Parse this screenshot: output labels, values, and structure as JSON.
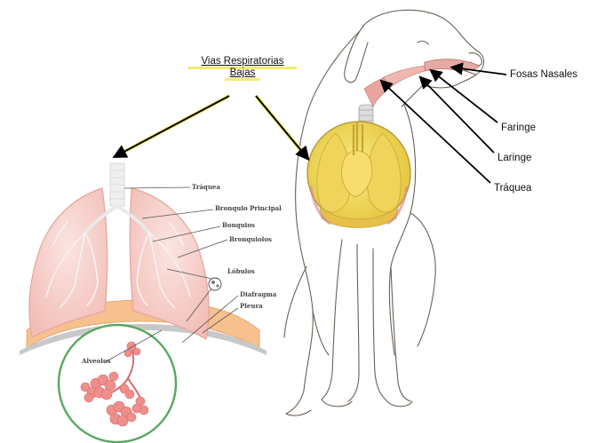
{
  "title": {
    "line1": "Vias Respiratorias",
    "line2": "Bajas"
  },
  "dog_labels": {
    "fosas_nasales": "Fosas Nasales",
    "faringe": "Faringe",
    "laringe": "Laringe",
    "traquea": "Tráquea"
  },
  "lung_labels": {
    "traquea": "Tráquea",
    "bronquio_principal": "Bronquio Principal",
    "bronquios": "Bonquios",
    "bronquiolos": "Bronquiolos",
    "lobulos": "Lóbulos",
    "diafragma": "Diafragma",
    "pleura": "Pleura",
    "alveolos": "Alveolos"
  },
  "colors": {
    "lung_fill": "#f4c9c4",
    "lung_edge": "#e7a9a2",
    "diaphragm": "#f6c08f",
    "pleura": "#c8c8c8",
    "alveoli": "#ef8f8c",
    "circle_green": "#58a85f",
    "magnifier": "#f3e36b",
    "highlight_yellow": "#f4ec68"
  }
}
